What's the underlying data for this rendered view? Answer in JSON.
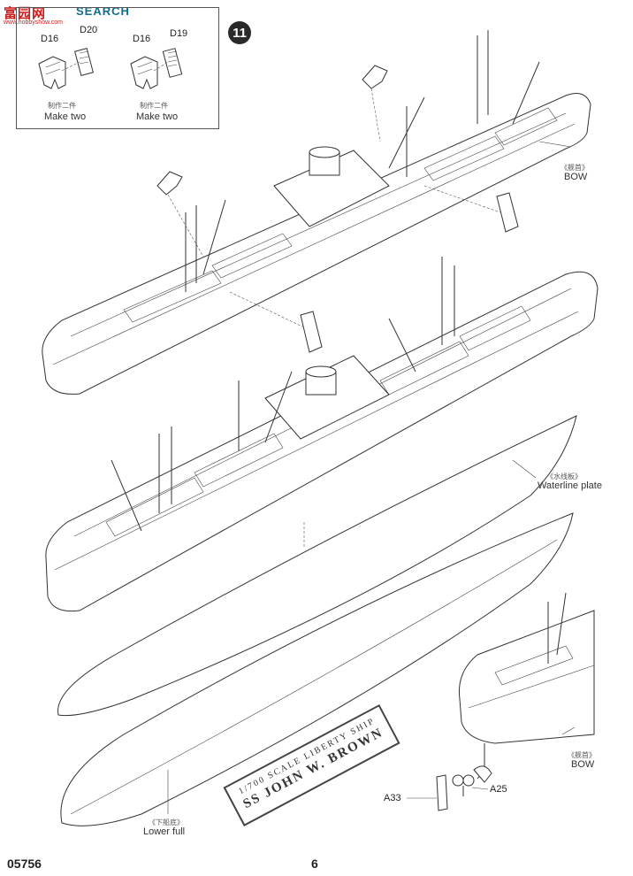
{
  "watermark": {
    "logo": "富园网",
    "brand": "SEARCH",
    "url": "www.hobbyshow.com"
  },
  "step": {
    "number": "11"
  },
  "inset": {
    "left": {
      "part_a": "D16",
      "part_b": "D20",
      "note_cn": "制作二件",
      "note_en": "Make two"
    },
    "right": {
      "part_a": "D16",
      "part_b": "D19",
      "note_cn": "制作二件",
      "note_en": "Make two"
    }
  },
  "labels": {
    "bow_top_cn": "《舰首》",
    "bow_top_en": "BOW",
    "waterline_cn": "《水线板》",
    "waterline_en": "Waterline plate",
    "lower_hull_cn": "《下船底》",
    "lower_hull_en": "Lower full",
    "bow_bottom_cn": "《舰首》",
    "bow_bottom_en": "BOW",
    "part_a33": "A33",
    "part_a25": "A25"
  },
  "nameplate": {
    "line1": "1/700 SCALE LIBERTY SHIP",
    "line2": "SS JOHN W. BROWN"
  },
  "footer": {
    "catalog": "05756",
    "page": "6"
  }
}
